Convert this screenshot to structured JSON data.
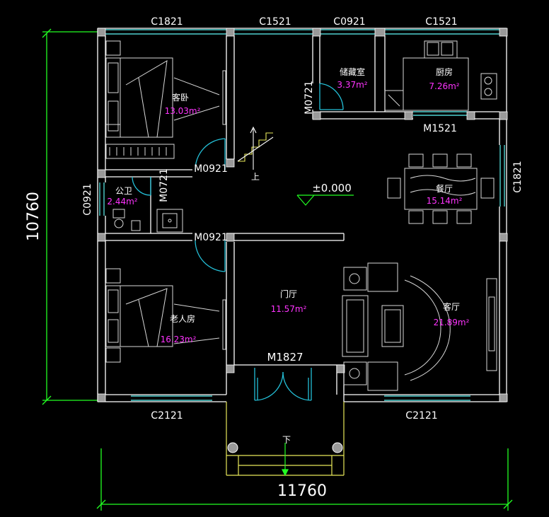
{
  "colors": {
    "background": "#000000",
    "wall": "#ffffff",
    "window": "#4fd0cf",
    "door": "#24c0d8",
    "dimension": "#22ff22",
    "label": "#ffffff",
    "area": "#ff33ff",
    "furniture": "#d8d8d8",
    "porch": "#e8e85a"
  },
  "dimensions": {
    "overall_width": "11760",
    "overall_depth": "10760"
  },
  "windows": {
    "c1821_top": "C1821",
    "c1521_top": "C1521",
    "c0921_top": "C0921",
    "c1521_kitchen": "C1521",
    "m1521": "M1521",
    "c1821_right": "C1821",
    "c0921_left": "C0921",
    "c2121_left": "C2121",
    "c2121_right": "C2121"
  },
  "doors": {
    "m0721_storage": "M0721",
    "m0921_guest": "M0921",
    "m0721_bath": "M0721",
    "m0921_elder": "M0921",
    "m1827": "M1827"
  },
  "rooms": {
    "guest": {
      "name": "客卧",
      "area": "13.03m²"
    },
    "storage": {
      "name": "储藏室",
      "area": "3.37m²"
    },
    "kitchen": {
      "name": "厨房",
      "area": "7.26m²"
    },
    "bath": {
      "name": "公卫",
      "area": "2.44m²"
    },
    "dining": {
      "name": "餐厅",
      "area": "15.14m²"
    },
    "elder": {
      "name": "老人房",
      "area": "16.23m²"
    },
    "foyer": {
      "name": "门厅",
      "area": "11.57m²"
    },
    "living": {
      "name": "客厅",
      "area": "21.89m²"
    }
  },
  "markers": {
    "level": "±0.000",
    "stair_up": "上",
    "steps_down": "下"
  }
}
